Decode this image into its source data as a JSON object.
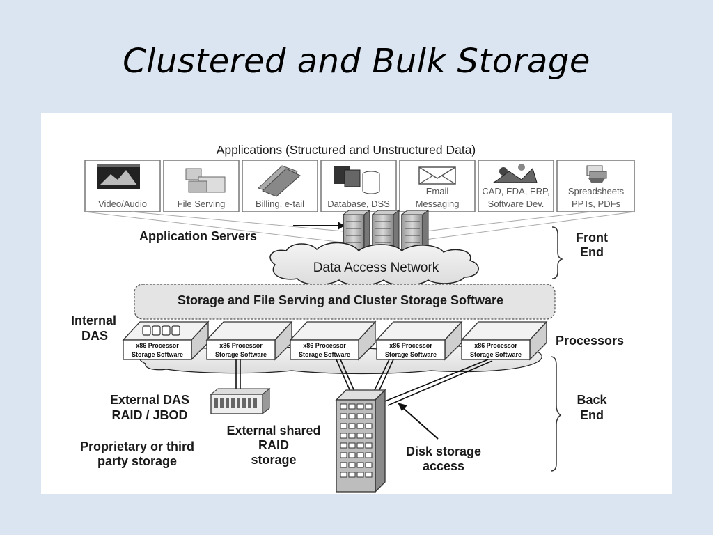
{
  "slide": {
    "title": "Clustered and Bulk Storage"
  },
  "diagram": {
    "applications_heading": "Applications (Structured and Unstructured Data)",
    "applications": [
      {
        "label1": "Video/Audio",
        "label2": "",
        "icon": "film-icon"
      },
      {
        "label1": "File Serving",
        "label2": "",
        "icon": "folders-icon"
      },
      {
        "label1": "Billing, e-tail",
        "label2": "",
        "icon": "money-icon"
      },
      {
        "label1": "Database, DSS",
        "label2": "",
        "icon": "database-icon"
      },
      {
        "label1": "Email",
        "label2": "Messaging",
        "icon": "envelope-icon"
      },
      {
        "label1": "CAD, EDA, ERP,",
        "label2": "Software Dev.",
        "icon": "engineering-icon"
      },
      {
        "label1": "Spreadsheets",
        "label2": "PPTs, PDFs",
        "icon": "documents-icon"
      }
    ],
    "app_servers_label": "Application Servers",
    "data_access_network": "Data Access Network",
    "front_end": {
      "line1": "Front",
      "line2": "End"
    },
    "storage_software": "Storage and File Serving and Cluster Storage Software",
    "internal_das": {
      "line1": "Internal",
      "line2": "DAS"
    },
    "processors_label": "Processors",
    "processor_units": [
      {
        "line1": "x86 Processor",
        "line2": "Storage Software"
      },
      {
        "line1": "x86 Processor",
        "line2": "Storage Software"
      },
      {
        "line1": "x86 Processor",
        "line2": "Storage Software"
      },
      {
        "line1": "x86 Processor",
        "line2": "Storage Software"
      },
      {
        "line1": "x86 Processor",
        "line2": "Storage Software"
      }
    ],
    "external_das": {
      "line1": "External DAS",
      "line2": "RAID / JBOD"
    },
    "proprietary": {
      "line1": "Proprietary or third",
      "line2": "party storage"
    },
    "external_shared": {
      "line1": "External shared",
      "line2": "RAID",
      "line3": "storage"
    },
    "disk_storage_access": {
      "line1": "Disk storage",
      "line2": "access"
    },
    "back_end": {
      "line1": "Back",
      "line2": "End"
    }
  }
}
